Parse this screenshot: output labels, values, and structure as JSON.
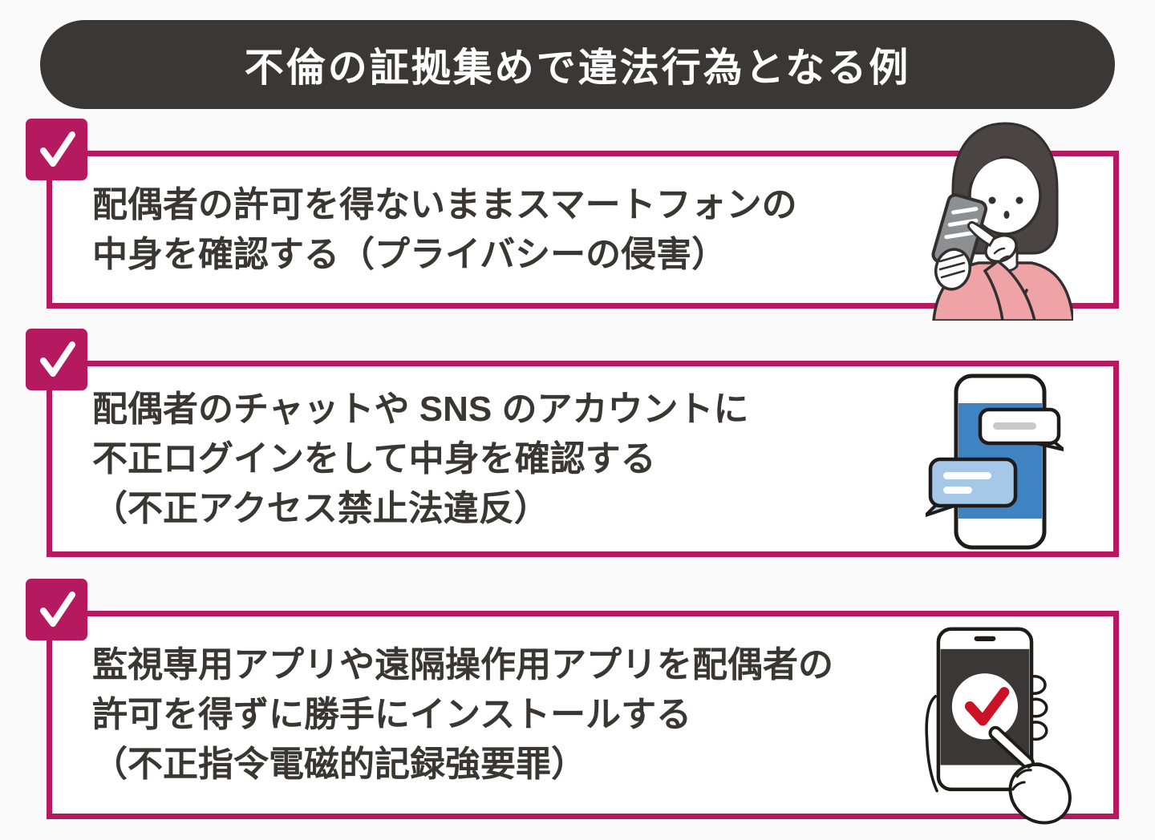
{
  "header": {
    "title": "不倫の証拠集めで違法行為となる例"
  },
  "items": [
    {
      "icon": "woman-smartphone-illustration",
      "lines": [
        "配偶者の許可を得ないままスマートフォンの",
        "中身を確認する（プライバシーの侵害）"
      ]
    },
    {
      "icon": "chat-smartphone-illustration",
      "lines": [
        "配偶者のチャットや SNS のアカウントに",
        "不正ログインをして中身を確認する",
        "（不正アクセス禁止法違反）"
      ]
    },
    {
      "icon": "install-smartphone-illustration",
      "lines": [
        "監視専用アプリや遠隔操作用アプリを配偶者の",
        "許可を得ずに勝手にインストールする",
        "（不正指令電磁的記録強要罪）"
      ]
    }
  ],
  "colors": {
    "accent_magenta": "#b5195f",
    "header_dark": "#3b3736",
    "text_dark": "#3a3635",
    "check_white": "#ffffff",
    "screen_blue": "#4083c3",
    "bubble_light_blue": "#a5c7e8",
    "check_red": "#cb1126",
    "sweater_pink": "#f0a3a7",
    "hair_dark": "#4a4443",
    "phone_gray": "#8d9093"
  }
}
